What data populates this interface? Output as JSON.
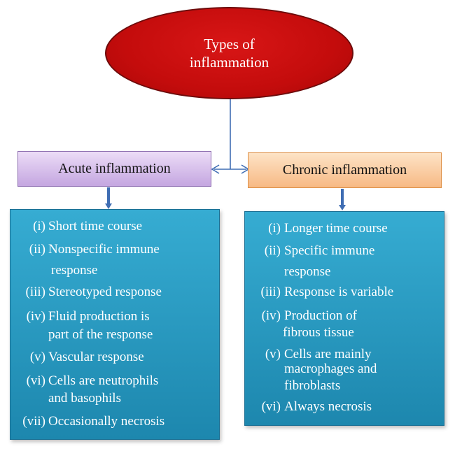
{
  "root": {
    "line1": "Types of",
    "line2": "inflammation"
  },
  "acute": {
    "title": "Acute inflammation",
    "items": [
      {
        "num": "(i)",
        "lines": [
          "Short time course"
        ]
      },
      {
        "num": "(ii)",
        "lines": [
          "Nonspecific immune",
          "response"
        ]
      },
      {
        "num": "(iii)",
        "lines": [
          "Stereotyped response"
        ]
      },
      {
        "num": "(iv)",
        "lines": [
          "Fluid production is",
          "part of the response"
        ]
      },
      {
        "num": "(v)",
        "lines": [
          "Vascular response"
        ]
      },
      {
        "num": "(vi)",
        "lines": [
          "Cells are neutrophils",
          "and basophils"
        ]
      },
      {
        "num": "(vii)",
        "lines": [
          "Occasionally necrosis"
        ]
      }
    ]
  },
  "chronic": {
    "title": "Chronic inflammation",
    "items": [
      {
        "num": "(i)",
        "lines": [
          "Longer time course"
        ]
      },
      {
        "num": "(ii)",
        "lines": [
          "Specific immune",
          "response"
        ]
      },
      {
        "num": "(iii)",
        "lines": [
          "Response is variable"
        ]
      },
      {
        "num": "(iv)",
        "lines": [
          "Production of",
          "fibrous tissue"
        ]
      },
      {
        "num": "(v)",
        "lines": [
          "Cells are mainly",
          "macrophages and",
          "fibroblasts"
        ]
      },
      {
        "num": "(vi)",
        "lines": [
          "Always necrosis"
        ]
      }
    ]
  },
  "colors": {
    "root_fill": "#c40c0c",
    "acute_header": "#d6bdee",
    "chronic_header": "#fbcd9f",
    "panel_fill": "#2a9cc3",
    "connector": "#3f6db3"
  }
}
